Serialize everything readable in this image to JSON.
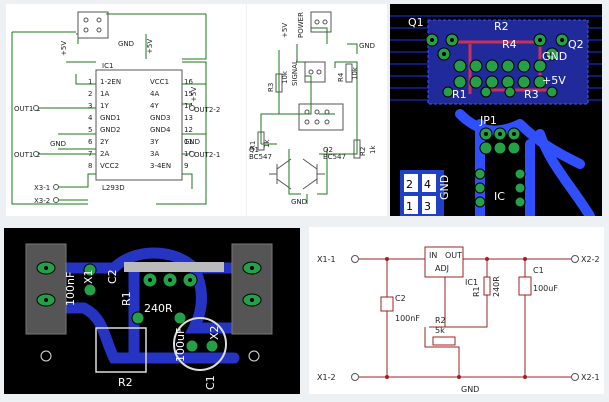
{
  "panel_l293d": {
    "ic_label": "IC1",
    "ic_name": "L293D",
    "ic_pins_left": [
      "1-2EN",
      "1A",
      "1Y",
      "GND1",
      "GND2",
      "2Y",
      "2A",
      "VCC2"
    ],
    "ic_pins_right": [
      "VCC1",
      "4A",
      "4Y",
      "GND3",
      "GND4",
      "3Y",
      "3A",
      "3-4EN"
    ],
    "pin_nums_left": [
      "1",
      "2",
      "3",
      "4",
      "5",
      "6",
      "7",
      "8"
    ],
    "pin_nums_right": [
      "16",
      "15",
      "14",
      "13",
      "12",
      "11",
      "10",
      "9"
    ],
    "out1_1": "OUT1-1",
    "out1_2": "OUT1-2",
    "out2_2": "OUT2-2",
    "out2_1": "OUT2-1",
    "x3_1": "X3-1",
    "x3_2": "X3-2",
    "gnd": "GND",
    "plus5v": "+5V"
  },
  "panel_transistor": {
    "power": "POWER",
    "signal": "SIGNAL",
    "plus5v": "+5V",
    "gnd": "GND",
    "r3": "R3",
    "r4": "R4",
    "r1": "R1",
    "r2": "R2",
    "r_val": "10k",
    "r_small": "1k",
    "q1": "Q1",
    "q1_name": "BC547",
    "q2": "Q2",
    "q2_name": "BC547"
  },
  "panel_pcb_top": {
    "labels": [
      "Q1",
      "R2",
      "R4",
      "Q2",
      "GND",
      "+5V",
      "R1",
      "R3",
      "JP1",
      "GND",
      "IC"
    ],
    "pin_row": [
      "2",
      "4",
      "1",
      "3"
    ]
  },
  "panel_pcb_bottom": {
    "labels": [
      "100nF",
      "X1",
      "C2",
      "R1",
      "240R",
      "X2",
      "100uF",
      "R2",
      "C1"
    ]
  },
  "panel_regulator": {
    "x1_1": "X1-1",
    "x1_2": "X1-2",
    "x2_2": "X2-2",
    "x2_1": "X2-1",
    "in": "IN",
    "out": "OUT",
    "adj": "ADJ",
    "ic1": "IC1",
    "r1": "R1",
    "r1_val": "240R",
    "c1": "C1",
    "c1_val": "100uF",
    "c2": "C2",
    "c2_val": "100nF",
    "r2": "R2",
    "r2_val": "5k",
    "gnd": "GND"
  }
}
